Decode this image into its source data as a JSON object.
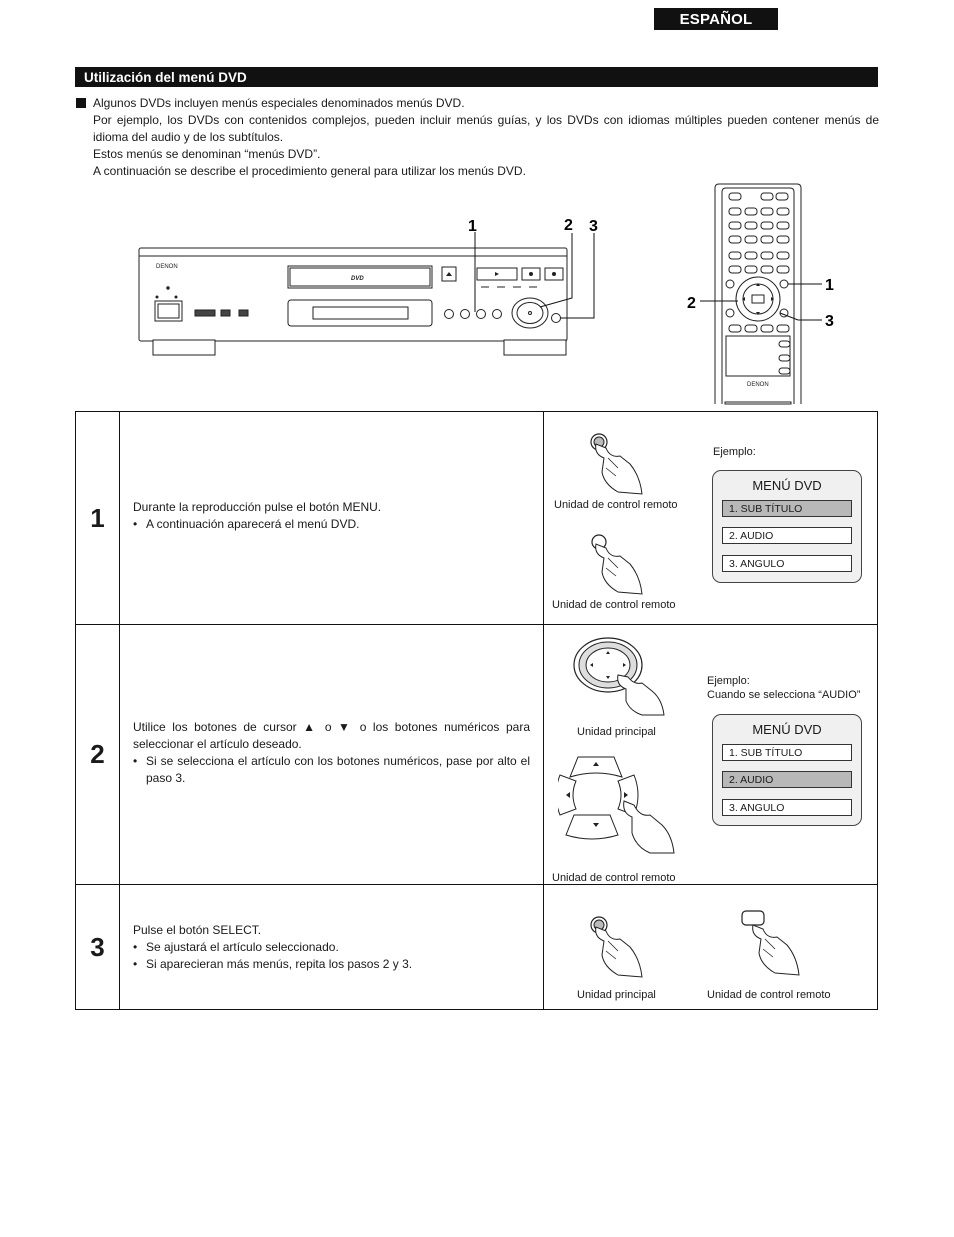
{
  "header": {
    "language": "ESPAÑOL"
  },
  "section": {
    "title": "Utilización del menú DVD"
  },
  "intro": {
    "lines": [
      "Algunos DVDs incluyen menús especiales denominados menús DVD.",
      "Por ejemplo, los DVDs con contenidos complejos, pueden incluir menús guías, y los DVDs con idiomas múltiples pueden contener menús de idioma del audio y de los subtítulos.",
      "Estos menús se denominan “menús DVD”.",
      "A continuación se describe el procedimiento general para utilizar los menús DVD."
    ]
  },
  "figure": {
    "player_brand": "DENON",
    "remote_brand": "DENON",
    "disc_logo": "DVD",
    "callouts_player": [
      "1",
      "2",
      "3"
    ],
    "callouts_remote": [
      "1",
      "2",
      "3"
    ]
  },
  "steps": [
    {
      "number": "1",
      "text": "Durante la reproducción pulse el botón MENU.",
      "bullets": [
        "A continuación aparecerá el menú DVD."
      ],
      "captions": [
        "Unidad de control remoto",
        "Unidad de control remoto"
      ],
      "example_label": "Ejemplo:",
      "menu": {
        "title": "MENÚ DVD",
        "items": [
          "1. SUB TÍTULO",
          "2. AUDIO",
          "3. ANGULO"
        ],
        "selected_index": 0
      }
    },
    {
      "number": "2",
      "text": "Utilice los botones de cursor ▲ o ▼ o los botones numéricos para seleccionar el artículo deseado.",
      "bullets": [
        "Si se selecciona el artículo con los botones numéricos, pase por alto el paso 3."
      ],
      "captions": [
        "Unidad principal",
        "Unidad de control remoto"
      ],
      "example_label": "Ejemplo:",
      "example_sub": "Cuando se selecciona “AUDIO”",
      "menu": {
        "title": "MENÚ DVD",
        "items": [
          "1. SUB TÍTULO",
          "2. AUDIO",
          "3. ANGULO"
        ],
        "selected_index": 1
      }
    },
    {
      "number": "3",
      "text": "Pulse el botón SELECT.",
      "bullets": [
        "Se ajustará el artículo seleccionado.",
        "Si aparecieran más menús, repita los pasos 2 y 3."
      ],
      "captions": [
        "Unidad principal",
        "Unidad de control remoto"
      ]
    }
  ]
}
